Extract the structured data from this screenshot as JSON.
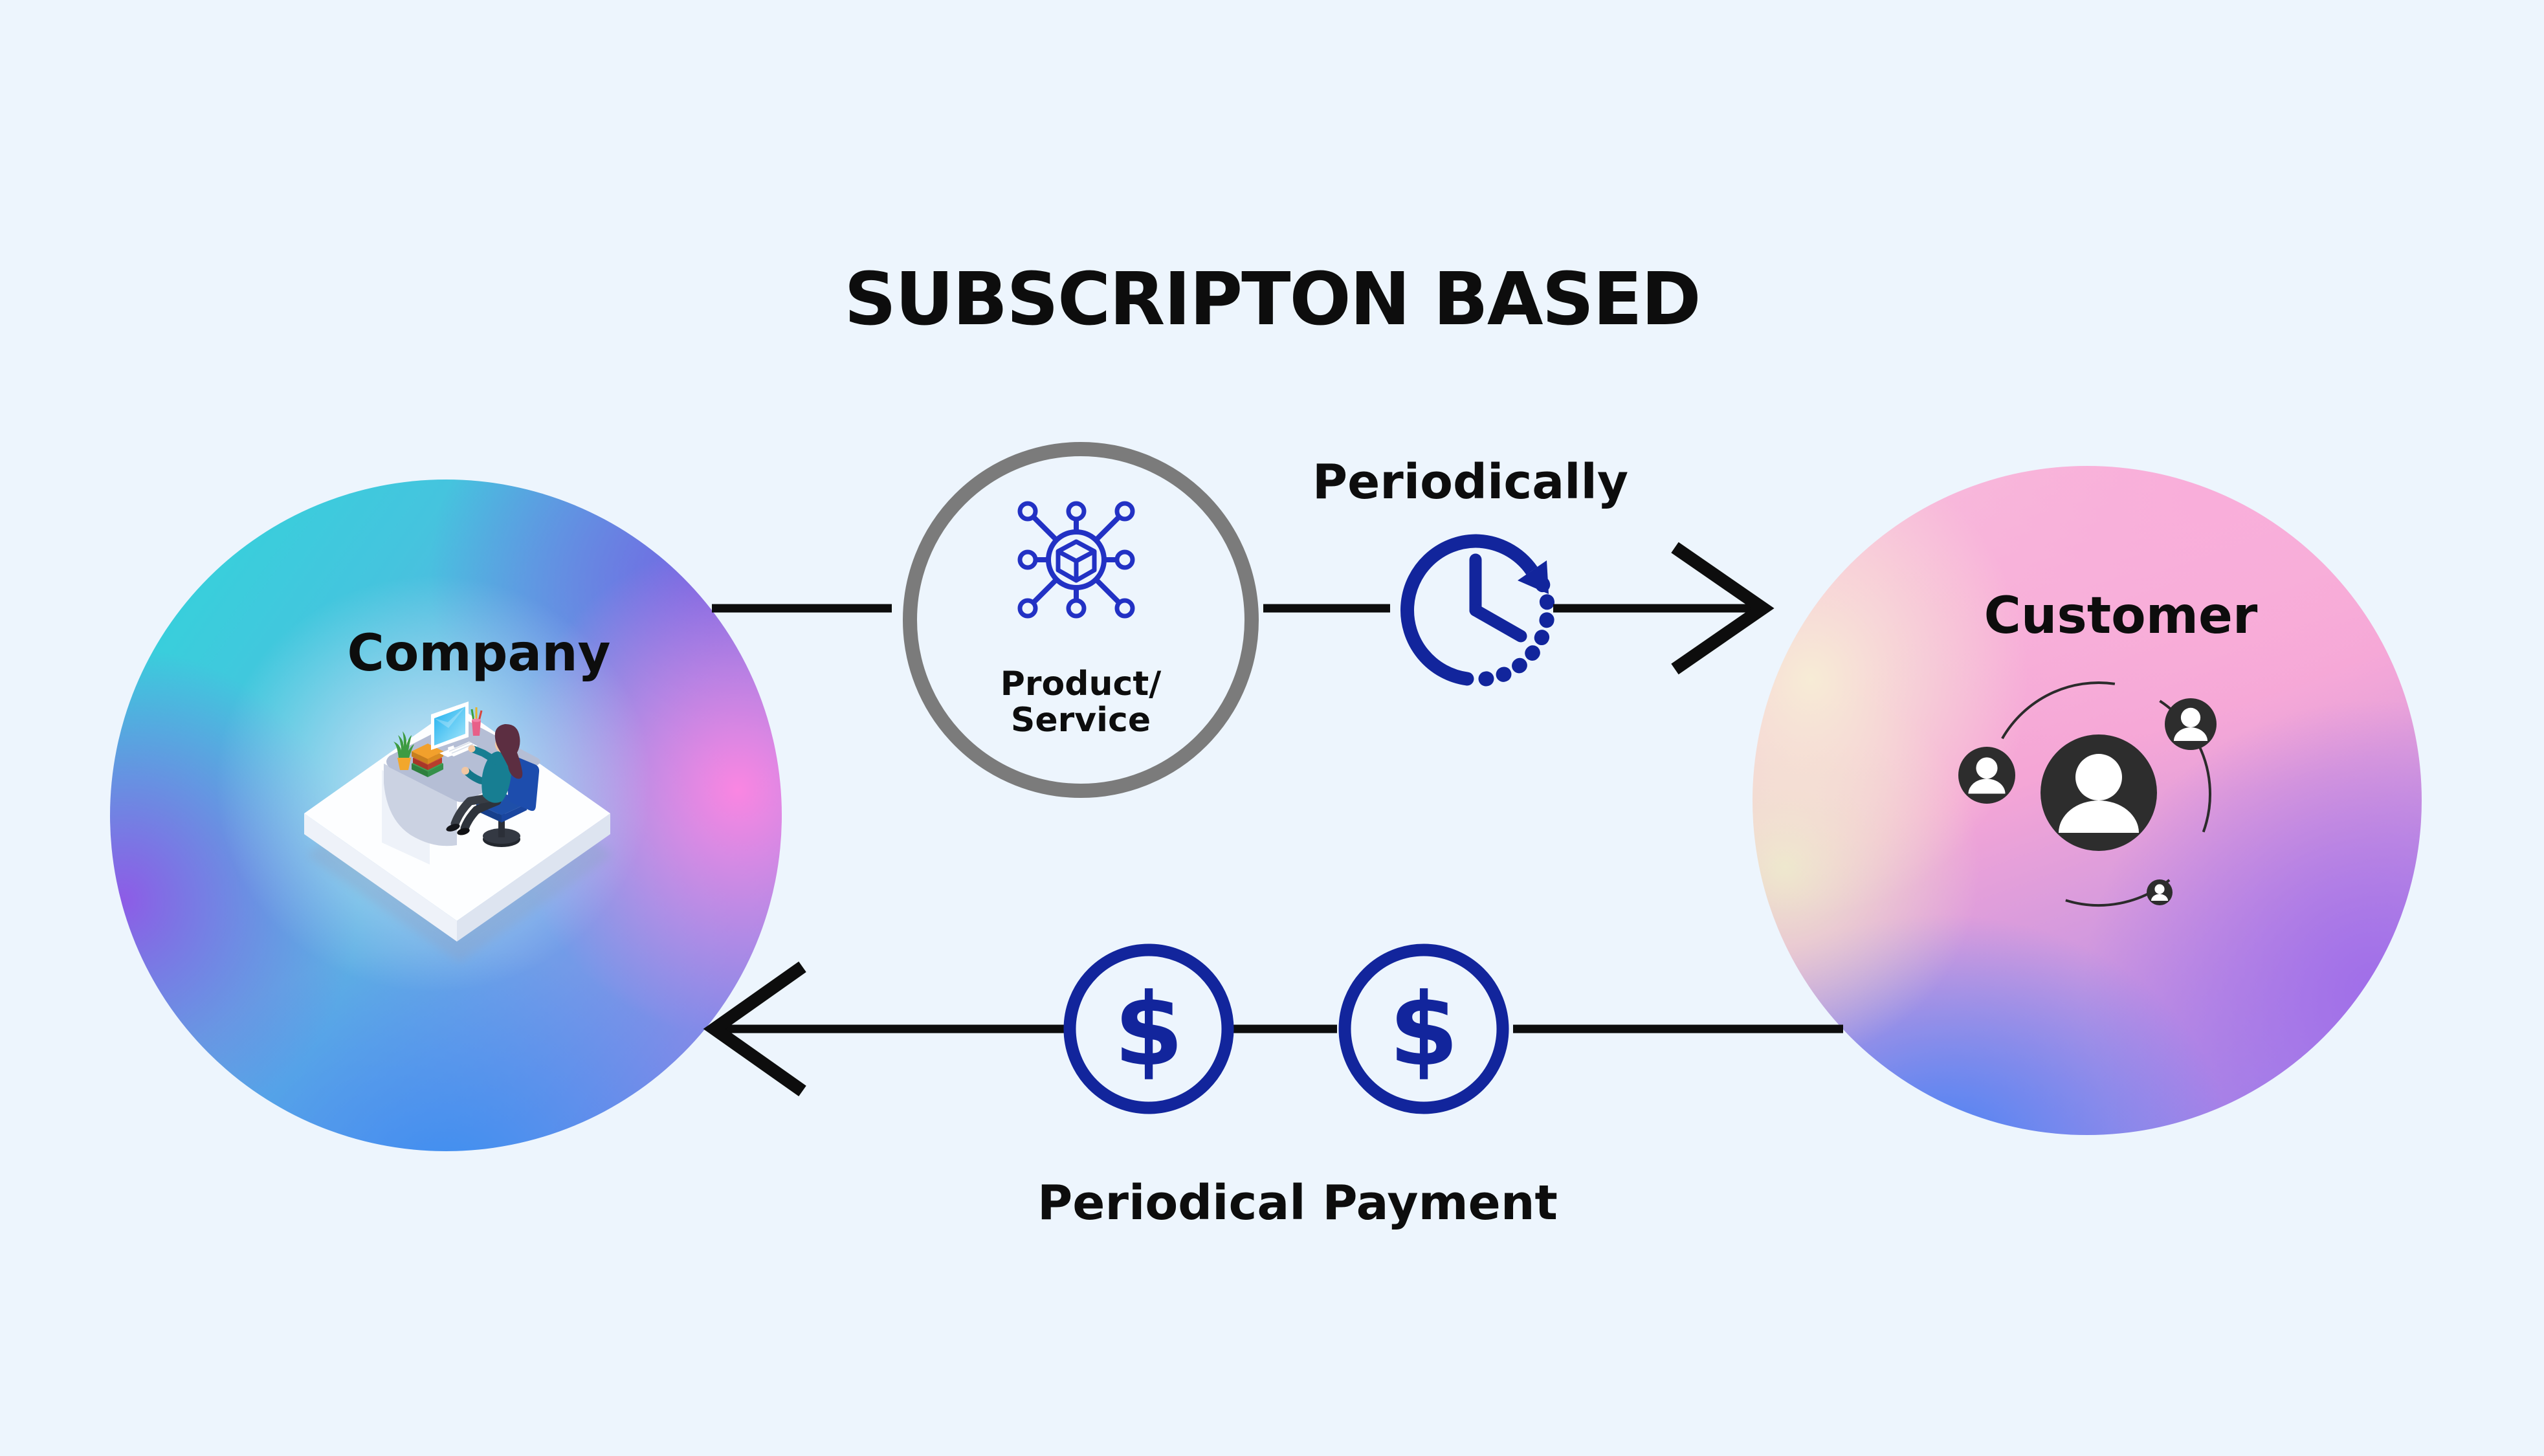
{
  "title": "SUBSCRIPTON BASED",
  "company": {
    "label": "Company"
  },
  "product_service": {
    "line1": "Product/",
    "line2": "Service"
  },
  "flow_top": {
    "label": "Periodically"
  },
  "customer": {
    "label": "Customer"
  },
  "payment": {
    "label": "Periodical Payment",
    "currency_symbol": "$",
    "coin_count": 2
  },
  "icons": {
    "product": "network-product-icon",
    "timing": "clock-periodic-icon",
    "money": "dollar-coin-icon",
    "customers": "customer-group-icon",
    "company_scene": "company-workspace-illustration"
  },
  "colors": {
    "background": "#edf5fd",
    "accent_navy": "#12259c",
    "icon_blue": "#2231c4",
    "ring_gray": "#7b7b7b",
    "text_black": "#0d0d0d",
    "company_gradient": [
      "#2ed8da",
      "#7263e2",
      "#fa86e2",
      "#8d5ce6",
      "#3e8ef0"
    ],
    "customer_gradient": [
      "#f7ecd6",
      "#f9aeda",
      "#f5a6d6",
      "#a06ee9",
      "#4a84f4"
    ]
  }
}
